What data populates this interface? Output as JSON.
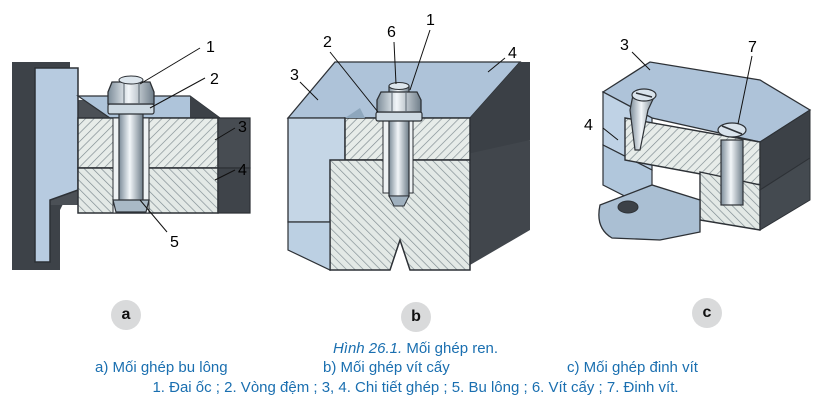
{
  "figure": {
    "callouts_a": [
      "1",
      "2",
      "3",
      "4",
      "5"
    ],
    "callouts_b": [
      "2",
      "6",
      "1",
      "4",
      "3"
    ],
    "callouts_c": [
      "3",
      "7",
      "4"
    ],
    "panel_labels": [
      "a",
      "b",
      "c"
    ]
  },
  "caption": {
    "title_italic": "Hình 26.1.",
    "title_rest": " Mối ghép ren.",
    "parts": [
      "a) Mối ghép bu lông",
      "b) Mối ghép vít cấy",
      "c) Mối ghép đinh vít"
    ],
    "legend": "1. Đai ốc ; 2. Vòng đệm ; 3, 4. Chi tiết ghép ; 5. Bu lông ; 6. Vít cấy ; 7. Đinh vít."
  },
  "colors": {
    "caption": "#1a6fb0",
    "steel_light": "#b9cfe3",
    "steel_dark": "#3c4147",
    "section": "#cfd8df",
    "badge": "#d9dadb"
  }
}
